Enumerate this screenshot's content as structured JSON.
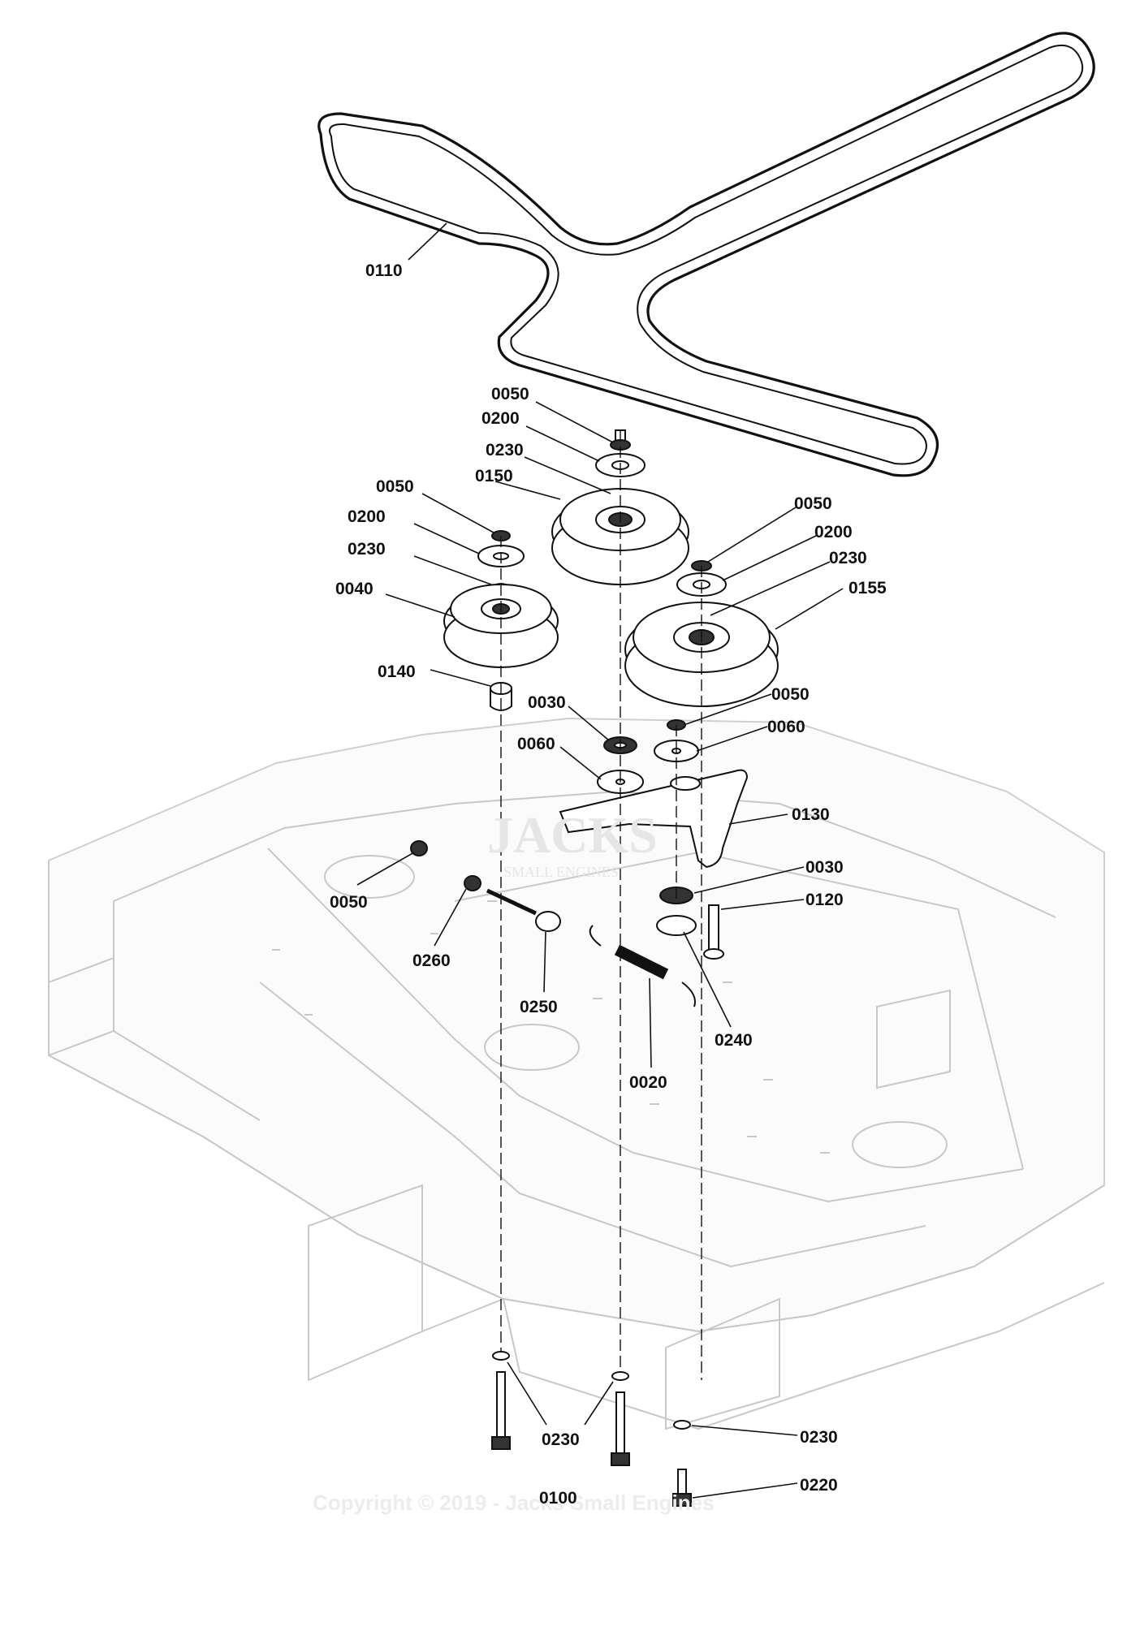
{
  "watermark": {
    "logo_text": "JACKS",
    "logo_subtext": "SMALL ENGINES",
    "copyright": "Copyright © 2019 - Jacks Small Engines"
  },
  "callouts": {
    "belt": "0110",
    "center_nut": "0050",
    "center_washer": "0200",
    "center_spacer": "0230",
    "center_pulley": "0150",
    "left_nut": "0050",
    "left_washer": "0200",
    "left_spacer": "0230",
    "left_pulley": "0040",
    "right_nut": "0050",
    "right_washer": "0200",
    "right_spacer": "0230",
    "right_pulley": "0155",
    "spacer_0140": "0140",
    "bushing_top": "0030",
    "arm_nut": "0050",
    "arm_washer_top": "0060",
    "washer_mid": "0060",
    "idler_arm": "0130",
    "deck_nut": "0050",
    "bushing_bottom": "0030",
    "pin": "0120",
    "nut_0260": "0260",
    "eyebolt": "0250",
    "washer_0240": "0240",
    "spring": "0020",
    "bottom_washers": "0230",
    "bolts": "0100",
    "right_bottom_washer": "0230",
    "bolt_0220": "0220"
  }
}
